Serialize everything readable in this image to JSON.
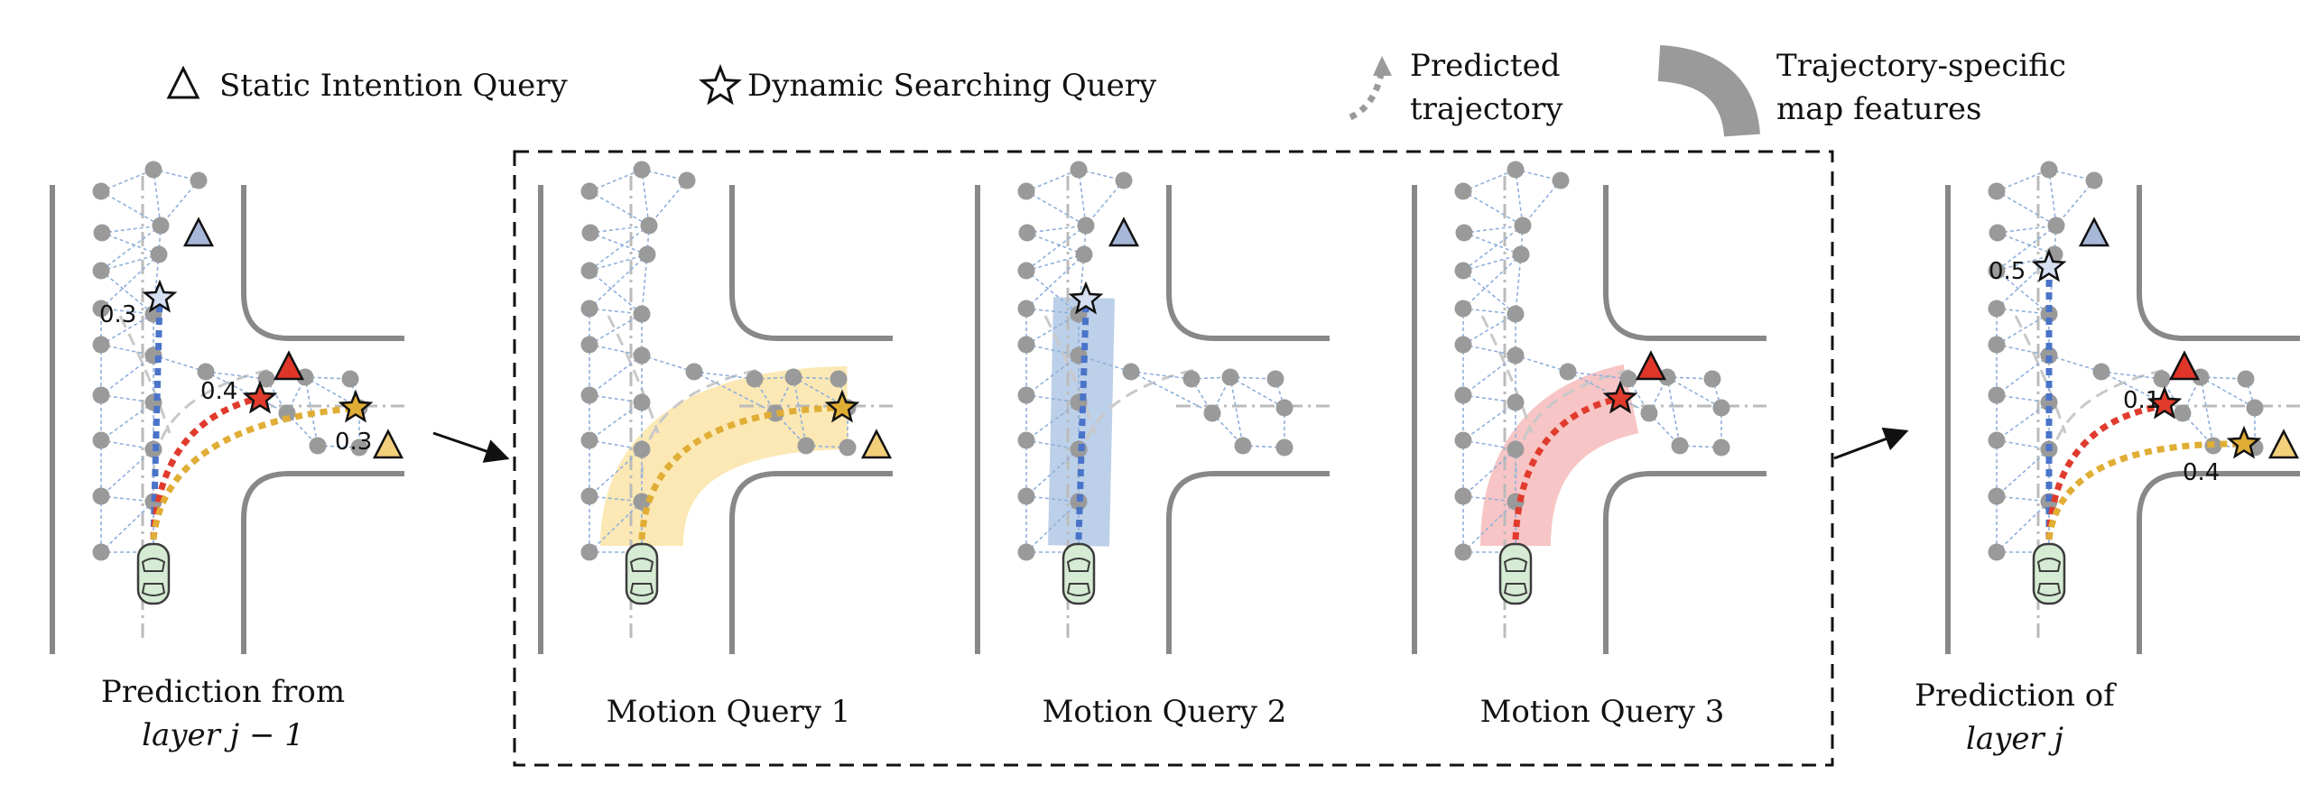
{
  "legend": {
    "static_query": "Static Intention Query",
    "dynamic_query": "Dynamic Searching Query",
    "predicted_line1": "Predicted",
    "predicted_line2": "trajectory",
    "features_line1": "Trajectory-specific",
    "features_line2": "map features"
  },
  "panels": {
    "left": {
      "caption_line1": "Prediction from",
      "caption_line2": "layer j − 1",
      "values": {
        "blue": "0.3",
        "red": "0.4",
        "yellow": "0.3"
      }
    },
    "mq1": {
      "caption": "Motion Query 1"
    },
    "mq2": {
      "caption": "Motion Query 2"
    },
    "mq3": {
      "caption": "Motion Query 3"
    },
    "right": {
      "caption_line1": "Prediction of",
      "caption_line2": "layer j",
      "values": {
        "blue": "0.5",
        "red": "0.1",
        "yellow": "0.4"
      }
    }
  },
  "colors": {
    "blue": "#4a74c9",
    "red": "#e03b2c",
    "yellow": "#e0ad35",
    "tri_blue": "#a7b7d8",
    "tri_red": "#e0362a",
    "tri_yellow": "#f2cf7a",
    "node": "#9a9a9a",
    "edge": "#8fb0dc",
    "road": "#888888",
    "car_fill": "#d6ebd3",
    "car_stroke": "#3c3c3c",
    "band_yellow": "#fbe7b0",
    "band_blue": "#b9cde8",
    "band_red": "#f7c2c2"
  }
}
